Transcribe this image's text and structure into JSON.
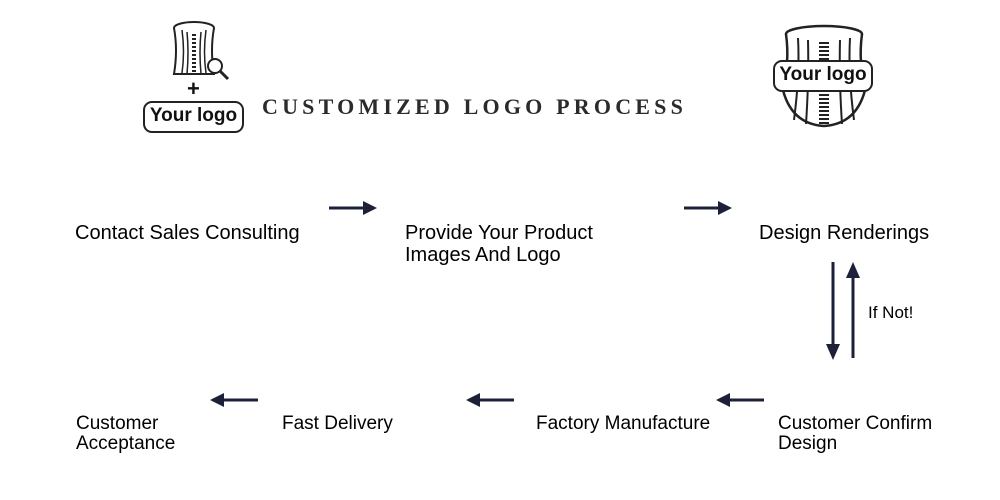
{
  "header": {
    "title": "CUSTOMIZED LOGO PROCESS",
    "logo_label_left": "Your logo",
    "logo_label_right": "Your logo",
    "plus_sign": "+"
  },
  "steps": {
    "contact": "Contact Sales Consulting",
    "provide_line1": "Provide Your Product",
    "provide_line2": "Images And Logo",
    "renderings": "Design Renderings",
    "confirm_line1": "Customer Confirm",
    "confirm_line2": "Design",
    "manufacture": "Factory Manufacture",
    "delivery": "Fast Delivery",
    "acceptance_line1": "Customer",
    "acceptance_line2": "Acceptance"
  },
  "loop_note": "If Not!",
  "colors": {
    "arrow": "#1c2038",
    "text": "#000000"
  },
  "icons": [
    "corset-with-magnifier-icon",
    "corset-branded-icon"
  ]
}
